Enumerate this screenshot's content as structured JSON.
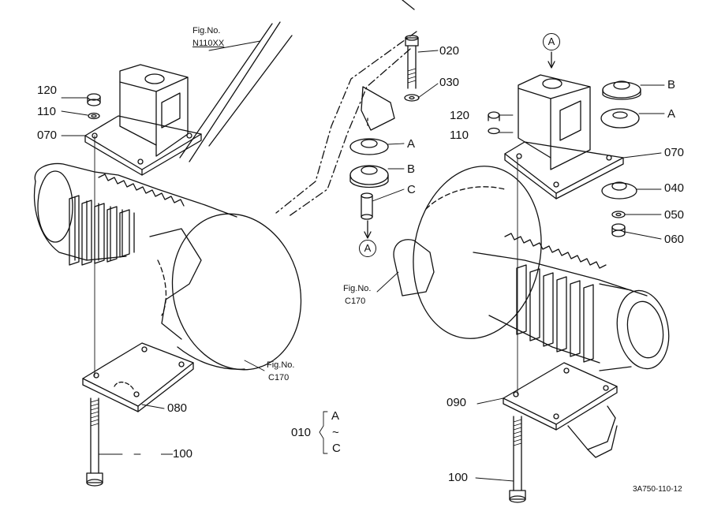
{
  "figure": {
    "code": "3A750-110-12",
    "fig_refs": {
      "top": {
        "line1": "Fig.No.",
        "line2": "N110XX"
      },
      "left_engine": {
        "line1": "Fig.No.",
        "line2": "C170"
      },
      "right_engine": {
        "line1": "Fig.No.",
        "line2": "C170"
      }
    },
    "left_assembly": {
      "p120": "120",
      "p110": "110",
      "p070": "070",
      "p080": "080",
      "p100": "—100"
    },
    "center_assembly": {
      "p020": "020",
      "p030": "030",
      "A": "A",
      "B": "B",
      "C": "C",
      "circle_top": "A"
    },
    "set_note": {
      "part": "010",
      "from": "A",
      "tilde": "~",
      "to": "C"
    },
    "right_assembly": {
      "circle": "A",
      "B": "B",
      "A": "A",
      "p120": "120",
      "p110": "110",
      "p070": "070",
      "p040": "040",
      "p050": "050",
      "p060": "060",
      "p090": "090",
      "p100": "100"
    }
  }
}
